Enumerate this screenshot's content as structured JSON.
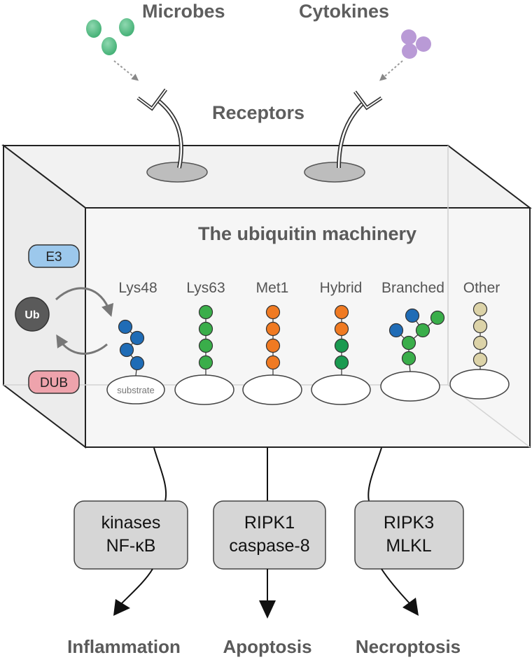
{
  "top_labels": {
    "microbes": "Microbes",
    "cytokines": "Cytokines",
    "receptors": "Receptors"
  },
  "machinery_title": "The ubiquitin machinery",
  "enzymes": {
    "e3": "E3",
    "ub": "Ub",
    "dub": "DUB"
  },
  "chains": [
    {
      "label": "Lys48",
      "substrate": "substrate"
    },
    {
      "label": "Lys63",
      "substrate": ""
    },
    {
      "label": "Met1",
      "substrate": ""
    },
    {
      "label": "Hybrid",
      "substrate": ""
    },
    {
      "label": "Branched",
      "substrate": ""
    },
    {
      "label": "Other",
      "substrate": ""
    }
  ],
  "effectors": [
    {
      "line1": "kinases",
      "line2": "NF-κB"
    },
    {
      "line1": "RIPK1",
      "line2": "caspase-8"
    },
    {
      "line1": "RIPK3",
      "line2": "MLKL"
    }
  ],
  "outcomes": [
    "Inflammation",
    "Apoptosis",
    "Necroptosis"
  ],
  "colors": {
    "lys48_blue": "#1f6cb6",
    "lys63_green": "#3aae4a",
    "met1_orange": "#f07a22",
    "hybrid_green": "#1a9a50",
    "other_tan": "#dcd3a8",
    "microbe_green": "#55c088",
    "cytokine_purple": "#b99ad6",
    "e3_blue": "#9cc8ec",
    "dub_pink": "#eea3ac",
    "ub_gray": "#5a5a5a",
    "effector_box": "#d6d6d6"
  }
}
